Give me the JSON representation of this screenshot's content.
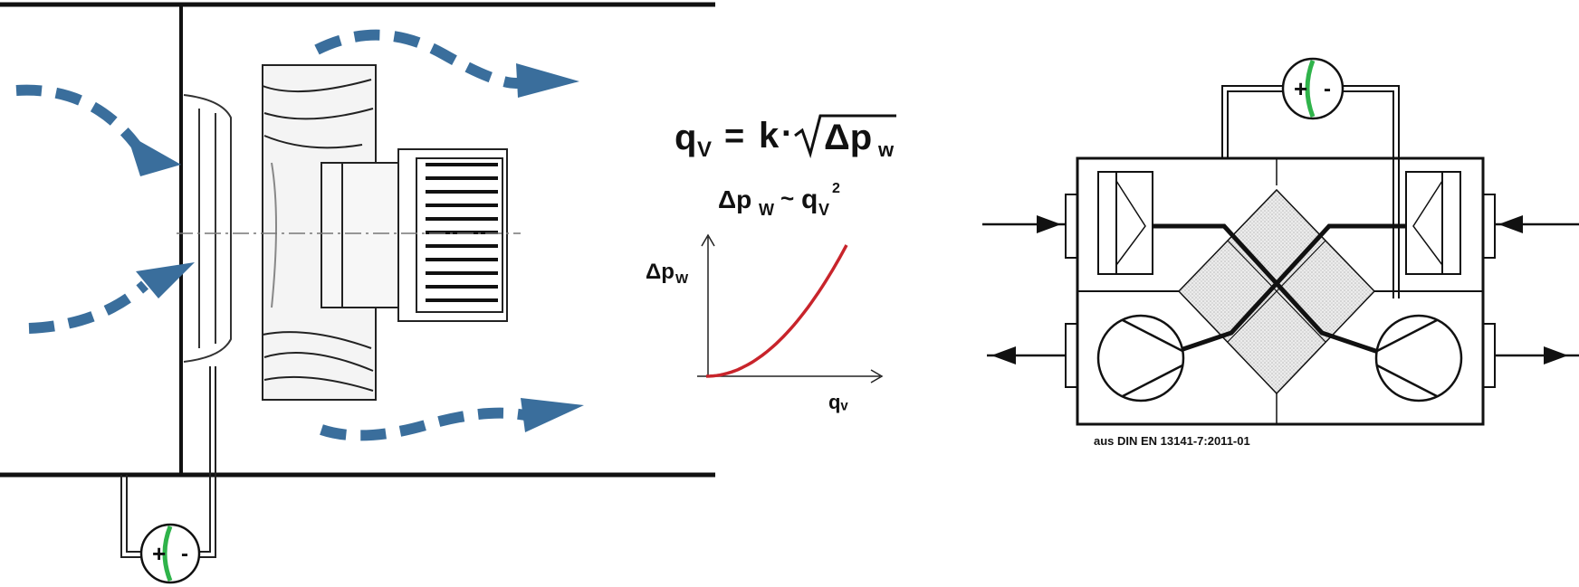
{
  "colors": {
    "flow_arrow": "#3a6e9c",
    "curve": "#c8242b",
    "gauge_membrane": "#2fb34a",
    "line": "#111111",
    "hatch": "#d4d4d4"
  },
  "gauge": {
    "plus": "+",
    "minus": "-"
  },
  "formula": {
    "q": "q",
    "q_sub": "V",
    "equals": "=",
    "k": "k",
    "dot": "·",
    "delta_p": "Δp",
    "delta_p_sub": "w"
  },
  "relation": {
    "delta_p": "Δp",
    "delta_p_sub": "W",
    "tilde": "~",
    "q": "q",
    "q_sub": "V",
    "q_sup": "2"
  },
  "chart_data": {
    "type": "line",
    "curve_shape": "quadratic",
    "xlabel": "qᵥ",
    "ylabel": "Δp",
    "ylabel_sub": "W"
  },
  "caption": "aus DIN EN 13141-7:2011-01"
}
